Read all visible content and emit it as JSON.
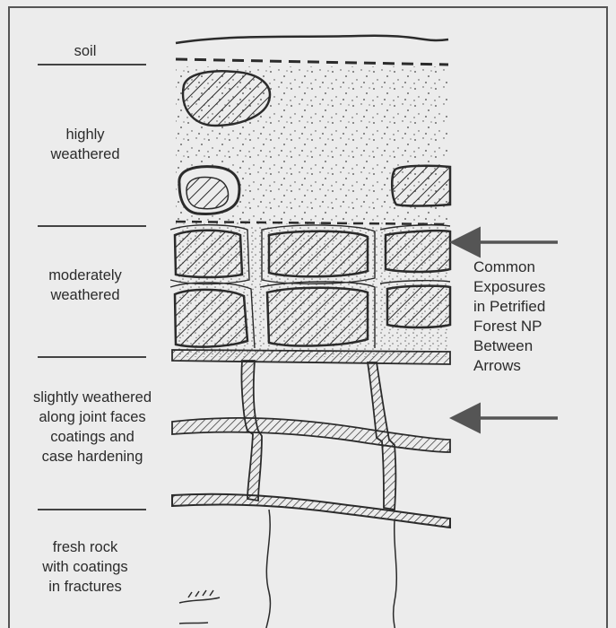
{
  "zones": {
    "soil": [
      "soil"
    ],
    "highly": [
      "highly",
      "weathered"
    ],
    "moderate": [
      "moderately",
      "weathered"
    ],
    "slight": [
      "slightly weathered",
      "along joint faces",
      "coatings and",
      "case hardening"
    ],
    "fresh": [
      "fresh rock",
      "with coatings",
      "in fractures"
    ]
  },
  "annotation": [
    "Common",
    "Exposures",
    "in Petrified",
    "Forest NP",
    "Between",
    "Arrows"
  ],
  "colors": {
    "ink": "#2b2b2b",
    "background": "#ececec",
    "block_fill": "#e6e6e6"
  }
}
